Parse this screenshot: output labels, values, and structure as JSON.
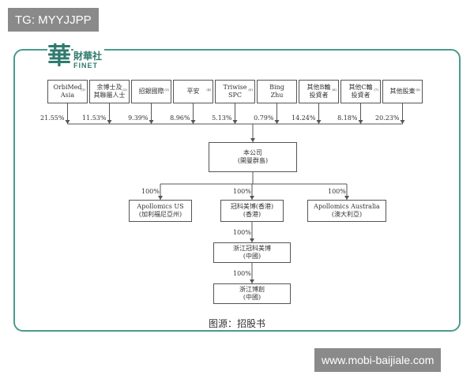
{
  "overlays": {
    "tag": "TG: MYYJJPP",
    "site": "www.mobi-baijiale.com"
  },
  "logo": {
    "glyph": "華",
    "brand": "財華社",
    "sub": "FINET"
  },
  "shareholders": [
    {
      "lines": [
        "OrbiMed Asia"
      ],
      "note": "(1)",
      "pct": "21.55%"
    },
    {
      "lines": [
        "余博士及",
        "其聯屬人士"
      ],
      "note": "(2)",
      "pct": "11.53%"
    },
    {
      "lines": [
        "招銀國際"
      ],
      "note": "(3)",
      "pct": "9.39%"
    },
    {
      "lines": [
        "平安"
      ],
      "note": "(4)",
      "pct": "8.96%"
    },
    {
      "lines": [
        "Triwise SPC"
      ],
      "note": "(5)",
      "pct": "5.13%"
    },
    {
      "lines": [
        "Bing",
        "Zhu"
      ],
      "note": "",
      "pct": "0.79%"
    },
    {
      "lines": [
        "其他B輪",
        "投資者"
      ],
      "note": "(6)",
      "pct": "14.24%"
    },
    {
      "lines": [
        "其他C輪",
        "投資者"
      ],
      "note": "(7)",
      "pct": "8.18%"
    },
    {
      "lines": [
        "其他股東"
      ],
      "note": "(8)",
      "pct": "20.23%"
    }
  ],
  "company": {
    "lines": [
      "本公司",
      "(開曼群島)"
    ]
  },
  "subsidiaries": [
    {
      "lines": [
        "Apollomics US",
        "(加利福尼亞州)"
      ],
      "pct": "100%"
    },
    {
      "lines": [
        "冠科美博(香港)",
        "(香港)"
      ],
      "pct": "100%"
    },
    {
      "lines": [
        "Apollomics Australia",
        "(澳大利亞)"
      ],
      "pct": "100%"
    }
  ],
  "chain": [
    {
      "lines": [
        "浙江冠科美博",
        "(中國)"
      ],
      "pct": "100%"
    },
    {
      "lines": [
        "浙江博創",
        "(中國)"
      ],
      "pct": "100%"
    }
  ],
  "source": "图源：招股书",
  "colors": {
    "frame": "#4a9a8c",
    "logo": "#2f7a6e",
    "line": "#555555",
    "overlay": "#8a8a8a"
  }
}
